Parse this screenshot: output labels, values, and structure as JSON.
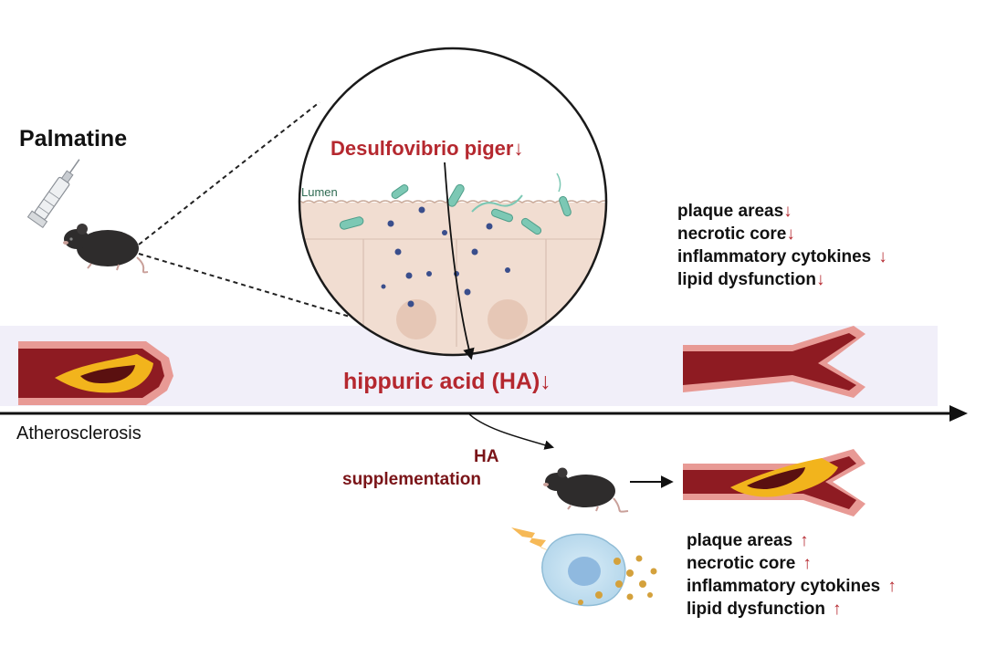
{
  "labels": {
    "drug": "Palmatine",
    "bacterium": "Desulfovibrio piger",
    "lumen": "Lumen",
    "metabolite": "hippuric acid (HA)",
    "axis": "Atherosclerosis",
    "supplement_line1": "HA",
    "supplement_line2": "supplementation"
  },
  "arrows": {
    "down": "↓",
    "up": "↑"
  },
  "outcomes_treated": [
    "plaque areas",
    "necrotic core",
    "inflammatory cytokines",
    "lipid dysfunction"
  ],
  "outcomes_supplemented": [
    "plaque areas",
    "necrotic core",
    "inflammatory cytokines",
    "lipid dysfunction"
  ],
  "colors": {
    "accent_red": "#b5282f",
    "dark_red": "#7a1418",
    "vessel_red": "#8e1b22",
    "vessel_wall": "#e89a95",
    "plaque": "#f2b41c",
    "band": "#f1eff9",
    "epithelium": "#f1ddd1",
    "bacteria": "#7cc8b4",
    "text": "#111111"
  },
  "icons": [
    "syringe-icon",
    "mouse-icon",
    "bacteria-icon",
    "macrophage-icon",
    "lightning-icon"
  ]
}
